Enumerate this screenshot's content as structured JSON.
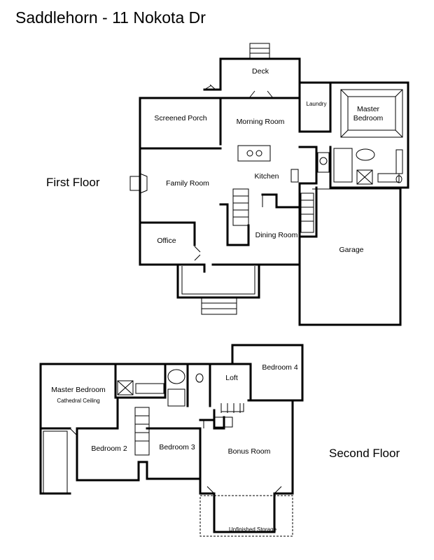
{
  "title": "Saddlehorn - 11 Nokota Dr",
  "floors": {
    "first": {
      "label": "First Floor",
      "rooms": {
        "deck": "Deck",
        "laundry": "Laundry",
        "master_bedroom_line1": "Master",
        "master_bedroom_line2": "Bedroom",
        "screened_porch": "Screened Porch",
        "morning_room": "Morning Room",
        "kitchen": "Kitchen",
        "family_room": "Family Room",
        "office": "Office",
        "dining_room": "Dining Room",
        "garage": "Garage"
      }
    },
    "second": {
      "label": "Second Floor",
      "rooms": {
        "master_bedroom": "Master Bedroom",
        "master_note": "Cathedral Ceiling",
        "loft": "Loft",
        "bedroom4": "Bedroom 4",
        "bedroom2": "Bedroom 2",
        "bedroom3": "Bedroom 3",
        "bonus_room": "Bonus Room",
        "unfinished_storage": "Unfinished Storage"
      }
    }
  }
}
